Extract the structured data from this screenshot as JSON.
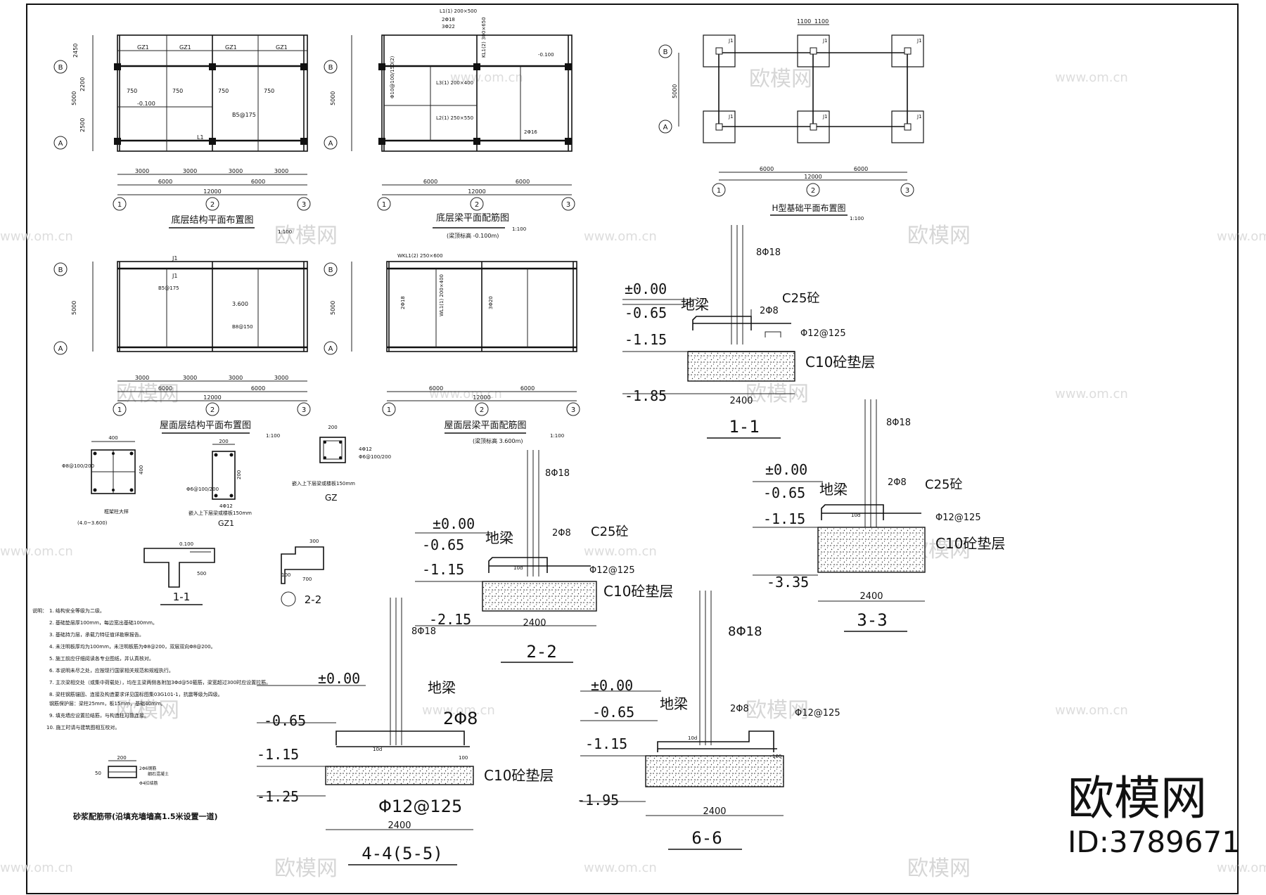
{
  "plans": {
    "ground_structure": {
      "title": "底层结构平面布置图",
      "scale": "1:100",
      "grid_rows": [
        "B",
        "A"
      ],
      "grid_cols": [
        "1",
        "2",
        "3"
      ],
      "dims_bottom": [
        "3000",
        "3000",
        "3000",
        "3000"
      ],
      "dims_bottom2": [
        "6000",
        "6000"
      ],
      "dims_total": "12000",
      "dims_side": [
        "2450",
        "2200",
        "2500"
      ],
      "dim_side_total": "5000",
      "labels": [
        "GZ1",
        "GZ1",
        "GZ1",
        "GZ1",
        "750",
        "750",
        "750",
        "750",
        "-0.100",
        "B5@175",
        "L1"
      ]
    },
    "ground_beam": {
      "title": "底层梁平面配筋图",
      "subtitle": "(梁顶标高 -0.100m)",
      "scale": "1:100",
      "dims_bottom": [
        "6000",
        "6000"
      ],
      "dims_total": "12000",
      "dim_side_total": "5000",
      "labels": [
        "L1(1) 200×500",
        "2Φ18",
        "3Φ22",
        "KL1(2) 300×650",
        "Φ10@100/150(2)",
        "L2(1) 250×550",
        "L3(1) 200×400",
        "-0.100",
        "2Φ16"
      ]
    },
    "foundation": {
      "title": "H型基础平面布置图",
      "scale": "1:100",
      "dims_top": [
        "1100",
        "1100"
      ],
      "dim_side": "5000",
      "dims_bottom": [
        "6000",
        "6000"
      ],
      "dims_total": "12000",
      "footing_label": "J1",
      "grid_rows": [
        "B",
        "A"
      ],
      "grid_cols": [
        "1",
        "2",
        "3"
      ]
    },
    "roof_structure": {
      "title": "屋面层结构平面布置图",
      "scale": "1:100",
      "dims_bottom": [
        "3000",
        "3000",
        "3000",
        "3000"
      ],
      "dims_bottom2": [
        "6000",
        "6000"
      ],
      "dims_total": "12000",
      "dim_side_total": "5000",
      "labels": [
        "J1",
        "J1",
        "B5@175",
        "3.600",
        "B8@150"
      ]
    },
    "roof_beam": {
      "title": "屋面层梁平面配筋图",
      "subtitle": "(梁顶标高 3.600m)",
      "scale": "1:100",
      "dims_bottom": [
        "6000",
        "6000"
      ],
      "dims_total": "12000",
      "dim_side_total": "5000",
      "labels": [
        "WKL1(2) 250×600",
        "WL1(1) 200×400",
        "2Φ18",
        "3Φ20"
      ]
    }
  },
  "small_details": {
    "column_section": {
      "dim": "400",
      "dim_side": "400",
      "rebar": "Φ8@100/200",
      "note": "(4.0~3.600)",
      "caption": "框架柱大样"
    },
    "gz1": {
      "title": "GZ1",
      "dim": "200",
      "dim_side": "200",
      "rebar": "Φ6@100/200",
      "main": "4Φ12",
      "note": "嵌入上下层梁或楼板150mm"
    },
    "gz": {
      "title": "GZ",
      "dim": "200",
      "main": "4Φ12",
      "stirrup": "Φ6@100/200",
      "note": "嵌入上下层梁或楼板150mm"
    },
    "sec_1_1": {
      "title": "1-1",
      "dims": [
        "500",
        "0.100"
      ]
    },
    "sec_2_2": {
      "title": "2-2",
      "dims": [
        "700",
        "100",
        "300"
      ]
    }
  },
  "notes": {
    "head": "说明：",
    "items": [
      "1. 结构安全等级为二级。",
      "2. 基础垫层厚100mm，每边宽出基础100mm。",
      "3. 基础持力层，承载力特征值详勘察报告。",
      "4. 未注明板厚均为100mm，未注明板筋为Φ8@200，双层双向Φ8@200。",
      "5. 施工前应仔细阅读各专业图纸，并认真核对。",
      "6. 本说明未尽之处，应按现行国家相关规范和规程执行。",
      "7. 主次梁相交处（或集中荷载处），均在主梁两侧各附加3Φd@50箍筋，梁宽超过300时应设置拉筋。",
      "8. 梁柱钢筋锚固、连接及构造要求详见国标图集03G101-1，抗震等级为四级。",
      "   钢筋保护层：梁柱25mm，板15mm，基础40mm。",
      "9. 填充墙应设置拉结筋，与构造柱可靠连接。",
      "10. 施工时请与建筑图相互校对。"
    ],
    "mortar_dims": [
      "200",
      "50"
    ],
    "mortar_labels": [
      "2Φ6钢筋",
      "细石混凝土",
      "Φ4拉结筋"
    ],
    "mortar_caption": "砂浆配筋带(沿填充墙墙高1.5米设置一道)"
  },
  "sections": {
    "s11": {
      "title": "1-1",
      "elev_top": "±0.00",
      "elev_beam": "-0.65",
      "elev_mid": "-1.15",
      "elev_bot": "-1.85",
      "beam": "地梁",
      "concrete": "C25砼",
      "pad": "C10砼垫层",
      "rebar_v": "8Φ18",
      "stirrup": "2Φ8",
      "rebar_h": "Φ12@125",
      "width": "2400"
    },
    "s22": {
      "title": "2-2",
      "elev_top": "±0.00",
      "elev_beam": "-0.65",
      "elev_mid": "-1.15",
      "elev_bot": "-2.15",
      "beam": "地梁",
      "concrete": "C25砼",
      "pad": "C10砼垫层",
      "rebar_v": "8Φ18",
      "stirrup": "2Φ8",
      "rebar_h": "Φ12@125",
      "width": "2400",
      "cover": "10d"
    },
    "s33": {
      "title": "3-3",
      "elev_top": "±0.00",
      "elev_beam": "-0.65",
      "elev_mid": "-1.15",
      "elev_bot": "-3.35",
      "beam": "地梁",
      "concrete": "C25砼",
      "pad": "C10砼垫层",
      "rebar_v": "8Φ18",
      "stirrup": "2Φ8",
      "rebar_h": "Φ12@125",
      "width": "2400",
      "cover": "10d"
    },
    "s44": {
      "title": "4-4(5-5)",
      "elev_top": "±0.00",
      "elev_beam": "-0.65",
      "elev_mid": "-1.15",
      "elev_bot": "-1.25",
      "beam": "地梁",
      "pad": "C10砼垫层",
      "rebar_v": "8Φ18",
      "stirrup": "2Φ8",
      "rebar_h": "Φ12@125",
      "width": "2400",
      "cover": "10d",
      "edge": "100"
    },
    "s66": {
      "title": "6-6",
      "elev_top": "±0.00",
      "elev_beam": "-0.65",
      "elev_mid": "-1.15",
      "elev_bot": "-1.95",
      "beam": "地梁",
      "rebar_v": "8Φ18",
      "stirrup": "2Φ8",
      "rebar_h": "Φ12@125",
      "width": "2400",
      "cover": "10d",
      "edge": "100"
    }
  },
  "watermark": {
    "brand": "欧模网",
    "id": "ID:3789671",
    "site": "www.om.cn",
    "brand_small": "欧模网"
  }
}
